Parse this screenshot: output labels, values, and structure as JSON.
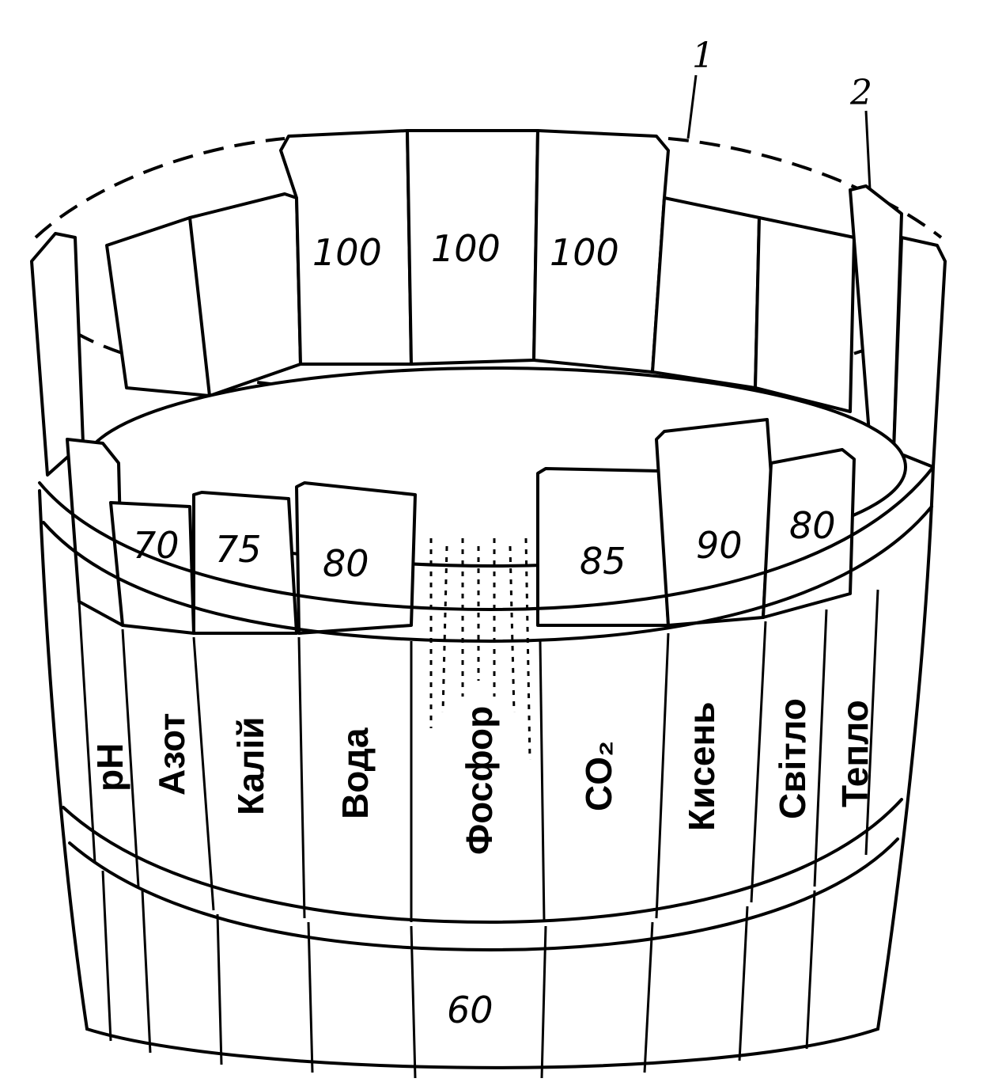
{
  "callouts": {
    "one": "1",
    "two": "2"
  },
  "back_staves": [
    "100",
    "100",
    "100"
  ],
  "front_stave_values": [
    "70",
    "75",
    "80",
    "85",
    "90",
    "80"
  ],
  "bottom_value": "60",
  "factor_labels": [
    "pH",
    "Азот",
    "Калій",
    "Вода",
    "Фосфор",
    "CO₂",
    "Кисень",
    "Світло",
    "Тепло"
  ]
}
